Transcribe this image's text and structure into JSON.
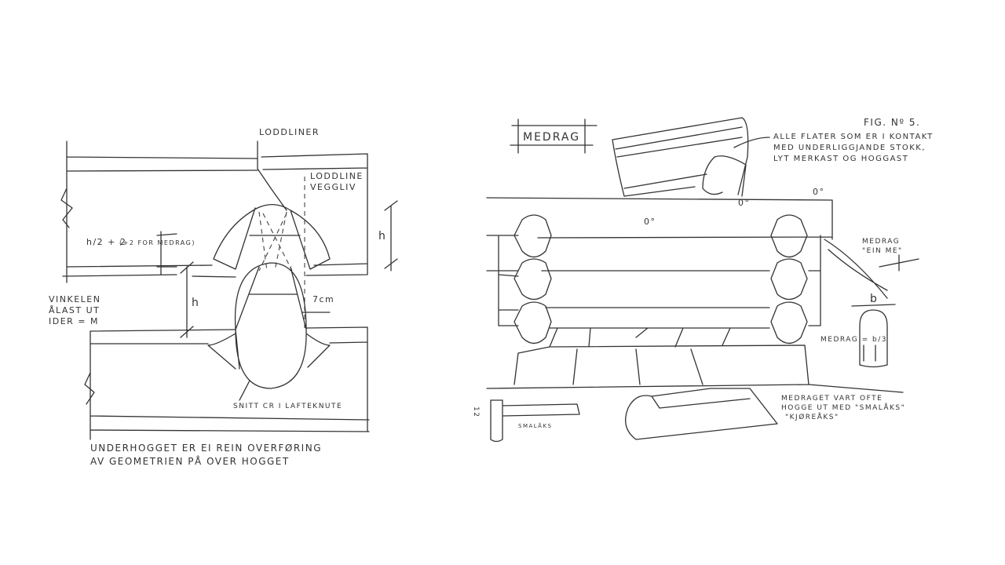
{
  "left_sketch": {
    "plumb_lines_label": "LODDLINER",
    "wall_plumb_label": [
      "LODDLINE",
      "VEGGLIV"
    ],
    "formula_label": "h/2 + 2",
    "formula_note": "(+2 FOR MEDRAG)",
    "height_label_top": "h",
    "height_label_mid": "h",
    "offset_label": "7cm",
    "angle_note": [
      "VINKELEN",
      "ÅLAST UT",
      "IDER = M"
    ],
    "section_label": "SNITT CR I LAFTEKNUTE",
    "caption": [
      "UNDERHOGGET ER EI REIN OVERFØRING",
      "AV GEOMETRIEN PÅ OVER HOGGET"
    ]
  },
  "right_sketch": {
    "title": "MEDRAG",
    "figure_number": "FIG. Nº 5.",
    "contact_note": [
      "ALLE FLATER SOM ER I KONTAKT",
      "MED UNDERLIGGJANDE STOKK,",
      "LYT MERKAST OG HOGGAST"
    ],
    "angle_labels": [
      "0°",
      "0°",
      "0°"
    ],
    "tool_note": [
      "MEDRAG",
      "\"EIN ME\""
    ],
    "width_label": "b",
    "medrag_formula": "MEDRAG = b/3",
    "axe_label": "SMALÅKS",
    "hewing_note": [
      "MEDRAGET VART OFTE",
      "HOGGE UT MED \"SMALÅKS\"",
      "\"KJØREÅKS\""
    ],
    "page_number": "12"
  }
}
